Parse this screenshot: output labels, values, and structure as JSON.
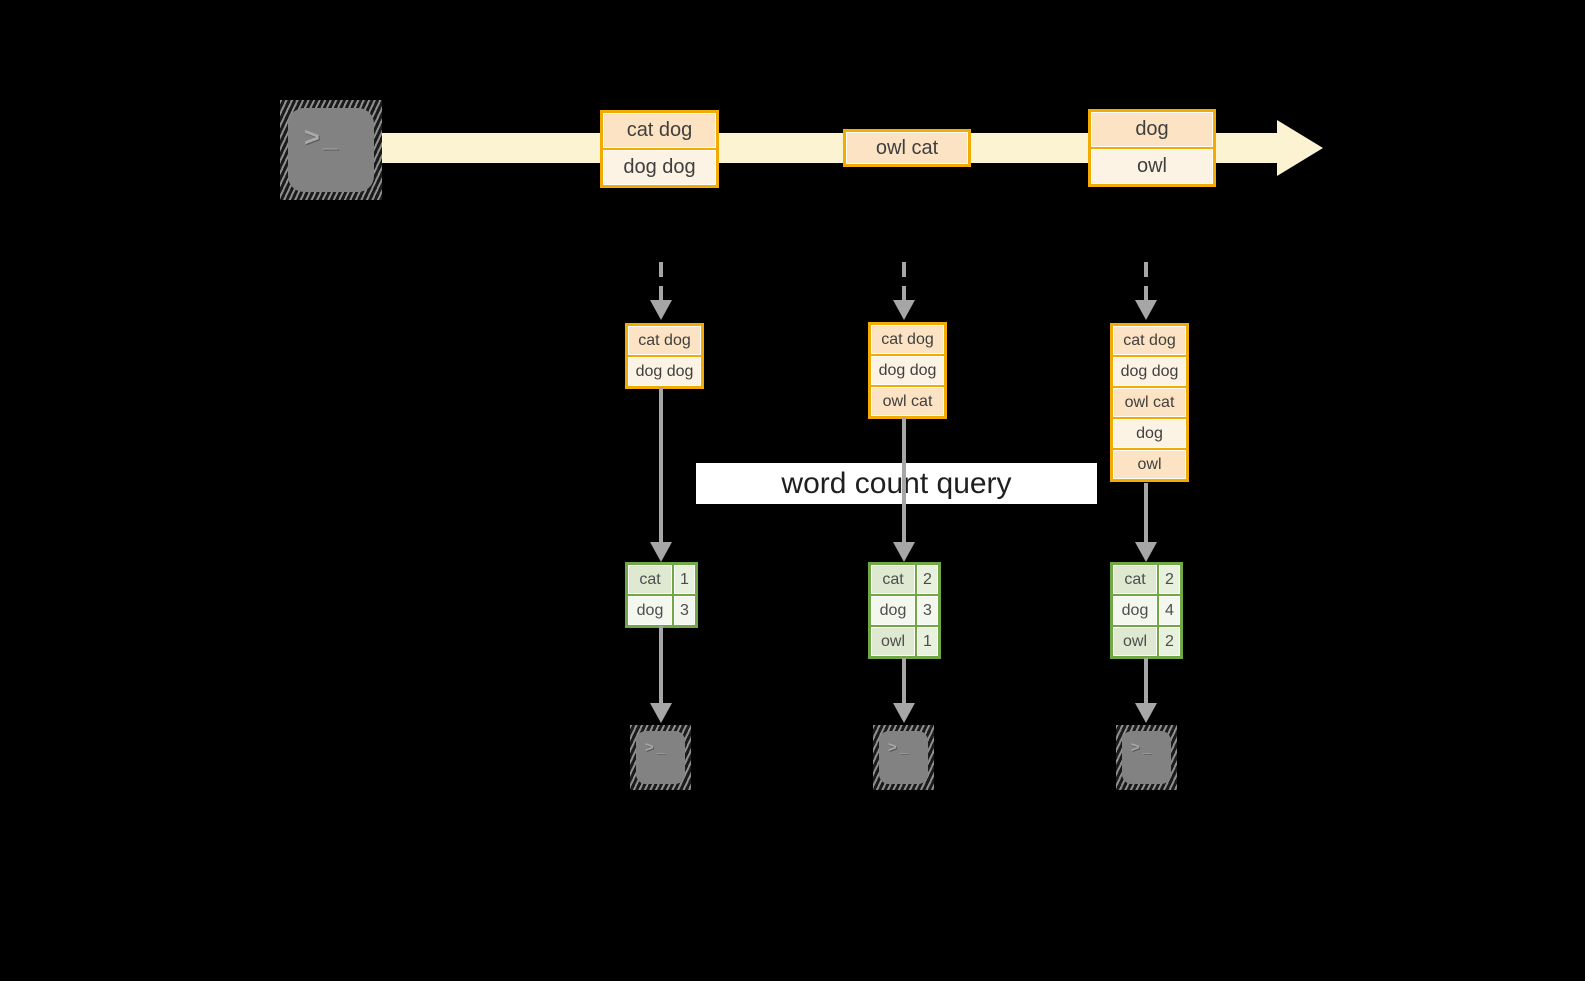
{
  "diagram": {
    "title_semantic": "streaming word count query diagram",
    "query_label": "word count query",
    "source_terminal": {
      "prompt": ">_"
    },
    "stream_batches": [
      {
        "lines": [
          "cat dog",
          "dog dog"
        ]
      },
      {
        "lines": [
          "owl cat"
        ]
      },
      {
        "lines": [
          "dog",
          "owl"
        ]
      }
    ],
    "columns": [
      {
        "stack": [
          "cat dog",
          "dog dog"
        ],
        "table": [
          {
            "word": "cat",
            "count": "1"
          },
          {
            "word": "dog",
            "count": "3"
          }
        ],
        "terminal_prompt": ">_"
      },
      {
        "stack": [
          "cat dog",
          "dog dog",
          "owl cat"
        ],
        "table": [
          {
            "word": "cat",
            "count": "2"
          },
          {
            "word": "dog",
            "count": "3"
          },
          {
            "word": "owl",
            "count": "1"
          }
        ],
        "terminal_prompt": ">_"
      },
      {
        "stack": [
          "cat dog",
          "dog dog",
          "owl cat",
          "dog",
          "owl"
        ],
        "table": [
          {
            "word": "cat",
            "count": "2"
          },
          {
            "word": "dog",
            "count": "4"
          },
          {
            "word": "owl",
            "count": "2"
          }
        ],
        "terminal_prompt": ">_"
      }
    ],
    "colors": {
      "background": "#000000",
      "stream_arrow": "#fcf3d3",
      "box_border": "#f1ab03",
      "box_fill_dark": "#fbe3c4",
      "box_fill_light": "#fdf3e4",
      "table_border": "#70a845",
      "table_fill_dark": "#dfe9d2",
      "table_fill_light": "#f3f7ed",
      "arrow_gray": "#a6a6a6",
      "terminal_gray": "#828282",
      "query_box_bg": "#ffffff",
      "text": "#3f3f3f"
    }
  }
}
